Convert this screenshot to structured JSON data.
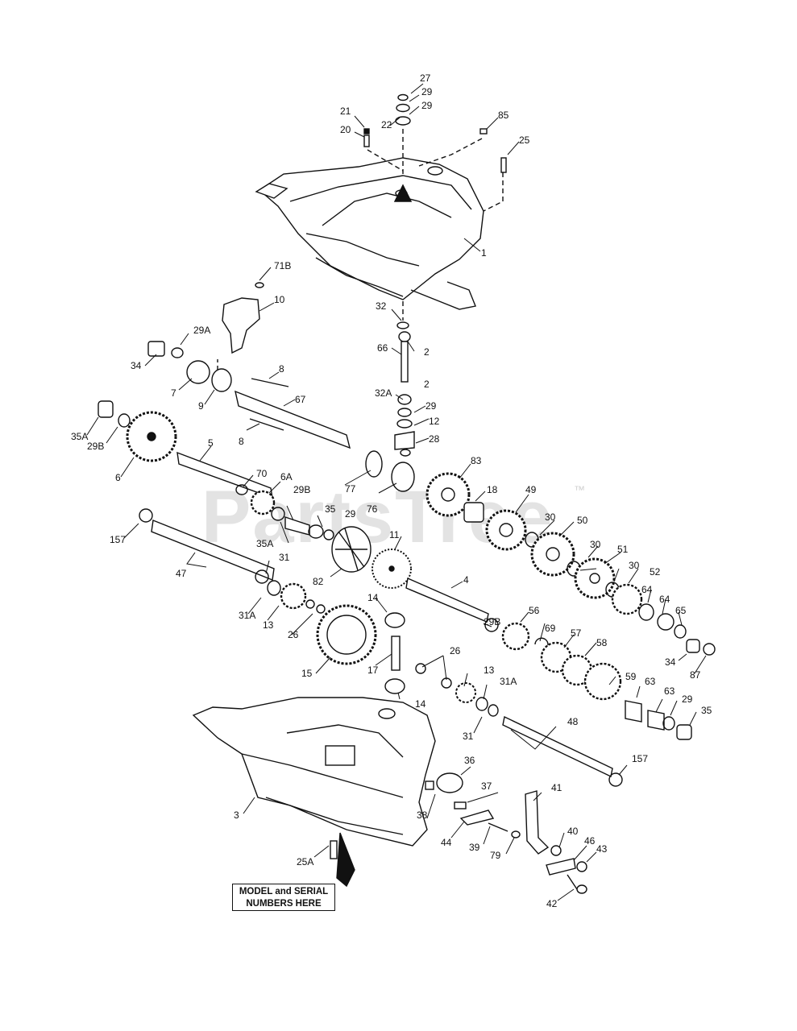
{
  "watermark": {
    "text": "PartsTree",
    "trademark": "™"
  },
  "model_tag": {
    "line1": "MODEL and SERIAL",
    "line2": "NUMBERS HERE"
  },
  "part_labels": [
    {
      "id": "l27",
      "text": "27"
    },
    {
      "id": "l29a",
      "text": "29"
    },
    {
      "id": "l29b",
      "text": "29"
    },
    {
      "id": "l21",
      "text": "21"
    },
    {
      "id": "l22",
      "text": "22"
    },
    {
      "id": "l20",
      "text": "20"
    },
    {
      "id": "l85",
      "text": "85"
    },
    {
      "id": "l25",
      "text": "25"
    },
    {
      "id": "l1",
      "text": "1"
    },
    {
      "id": "l71b",
      "text": "71B"
    },
    {
      "id": "l10",
      "text": "10"
    },
    {
      "id": "l32",
      "text": "32"
    },
    {
      "id": "l66",
      "text": "66"
    },
    {
      "id": "l2a",
      "text": "2"
    },
    {
      "id": "l34a",
      "text": "34"
    },
    {
      "id": "l29A",
      "text": "29A"
    },
    {
      "id": "l7",
      "text": "7"
    },
    {
      "id": "l9",
      "text": "9"
    },
    {
      "id": "l8a",
      "text": "8"
    },
    {
      "id": "l67",
      "text": "67"
    },
    {
      "id": "l2b",
      "text": "2"
    },
    {
      "id": "l32a",
      "text": "32A"
    },
    {
      "id": "l29c",
      "text": "29"
    },
    {
      "id": "l12",
      "text": "12"
    },
    {
      "id": "l28",
      "text": "28"
    },
    {
      "id": "l8b",
      "text": "8"
    },
    {
      "id": "l35a",
      "text": "35A"
    },
    {
      "id": "l29B1",
      "text": "29B"
    },
    {
      "id": "l6",
      "text": "6"
    },
    {
      "id": "l5",
      "text": "5"
    },
    {
      "id": "l83",
      "text": "83"
    },
    {
      "id": "l70",
      "text": "70"
    },
    {
      "id": "l6A",
      "text": "6A"
    },
    {
      "id": "l77",
      "text": "77"
    },
    {
      "id": "l76",
      "text": "76"
    },
    {
      "id": "l18",
      "text": "18"
    },
    {
      "id": "l49",
      "text": "49"
    },
    {
      "id": "l29B2",
      "text": "29B"
    },
    {
      "id": "l35",
      "text": "35"
    },
    {
      "id": "l29d",
      "text": "29"
    },
    {
      "id": "l157a",
      "text": "157"
    },
    {
      "id": "l35A2",
      "text": "35A"
    },
    {
      "id": "l11",
      "text": "11"
    },
    {
      "id": "l30a",
      "text": "30"
    },
    {
      "id": "l50",
      "text": "50"
    },
    {
      "id": "l30b",
      "text": "30"
    },
    {
      "id": "l51",
      "text": "51"
    },
    {
      "id": "l30c",
      "text": "30"
    },
    {
      "id": "l52",
      "text": "52"
    },
    {
      "id": "l31a",
      "text": "31"
    },
    {
      "id": "l47",
      "text": "47"
    },
    {
      "id": "l82",
      "text": "82"
    },
    {
      "id": "l4",
      "text": "4"
    },
    {
      "id": "l64a",
      "text": "64"
    },
    {
      "id": "l64b",
      "text": "64"
    },
    {
      "id": "l31A1",
      "text": "31A"
    },
    {
      "id": "l13a",
      "text": "13"
    },
    {
      "id": "l14a",
      "text": "14"
    },
    {
      "id": "l65",
      "text": "65"
    },
    {
      "id": "l29B3",
      "text": "29B"
    },
    {
      "id": "l56",
      "text": "56"
    },
    {
      "id": "l26a",
      "text": "26"
    },
    {
      "id": "l69",
      "text": "69"
    },
    {
      "id": "l57",
      "text": "57"
    },
    {
      "id": "l34b",
      "text": "34"
    },
    {
      "id": "l87",
      "text": "87"
    },
    {
      "id": "l26b",
      "text": "26"
    },
    {
      "id": "l58",
      "text": "58"
    },
    {
      "id": "l15",
      "text": "15"
    },
    {
      "id": "l17",
      "text": "17"
    },
    {
      "id": "l13b",
      "text": "13"
    },
    {
      "id": "l59",
      "text": "59"
    },
    {
      "id": "l31A2",
      "text": "31A"
    },
    {
      "id": "l63a",
      "text": "63"
    },
    {
      "id": "l14b",
      "text": "14"
    },
    {
      "id": "l63b",
      "text": "63"
    },
    {
      "id": "l29e",
      "text": "29"
    },
    {
      "id": "l35b",
      "text": "35"
    },
    {
      "id": "l31b",
      "text": "31"
    },
    {
      "id": "l48",
      "text": "48"
    },
    {
      "id": "l36",
      "text": "36"
    },
    {
      "id": "l157b",
      "text": "157"
    },
    {
      "id": "l3",
      "text": "3"
    },
    {
      "id": "l37",
      "text": "37"
    },
    {
      "id": "l41",
      "text": "41"
    },
    {
      "id": "l38",
      "text": "38"
    },
    {
      "id": "l44",
      "text": "44"
    },
    {
      "id": "l39",
      "text": "39"
    },
    {
      "id": "l79",
      "text": "79"
    },
    {
      "id": "l40",
      "text": "40"
    },
    {
      "id": "l46",
      "text": "46"
    },
    {
      "id": "l43",
      "text": "43"
    },
    {
      "id": "l25A",
      "text": "25A"
    },
    {
      "id": "l42",
      "text": "42"
    }
  ]
}
